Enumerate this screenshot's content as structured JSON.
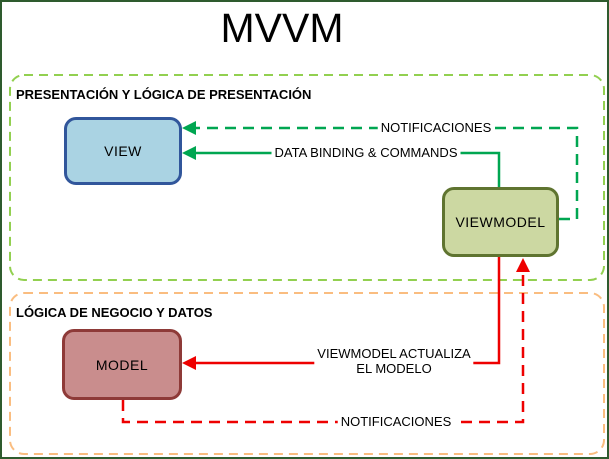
{
  "title": "MVVM",
  "sections": {
    "presentation": {
      "label": "PRESENTACIÓN Y LÓGICA DE PRESENTACIÓN",
      "border_color": "#92d050"
    },
    "business": {
      "label": "LÓGICA DE NEGOCIO Y DATOS",
      "border_color": "#fabd80"
    }
  },
  "nodes": {
    "view": {
      "label": "VIEW",
      "fill": "#aad3e3",
      "border": "#31569b"
    },
    "viewmodel": {
      "label": "VIEWMODEL",
      "fill": "#ccd8a2",
      "border": "#5f7430"
    },
    "model": {
      "label": "MODEL",
      "fill": "#c98d8d",
      "border": "#8e3a38"
    }
  },
  "edges": {
    "notifications_top": {
      "label": "NOTIFICACIONES",
      "color": "#00a651",
      "style": "dashed",
      "from": "VIEWMODEL",
      "to": "VIEW"
    },
    "data_binding": {
      "label": "DATA BINDING & COMMANDS",
      "color": "#00a651",
      "style": "solid",
      "from": "VIEWMODEL",
      "to": "VIEW"
    },
    "vm_updates_model": {
      "label_line1": "VIEWMODEL ACTUALIZA",
      "label_line2": "EL MODELO",
      "color": "#ee0000",
      "style": "solid",
      "from": "VIEWMODEL",
      "to": "MODEL"
    },
    "notifications_bottom": {
      "label": "NOTIFICACIONES",
      "color": "#ee0000",
      "style": "dashed",
      "from": "MODEL",
      "to": "VIEWMODEL"
    }
  }
}
